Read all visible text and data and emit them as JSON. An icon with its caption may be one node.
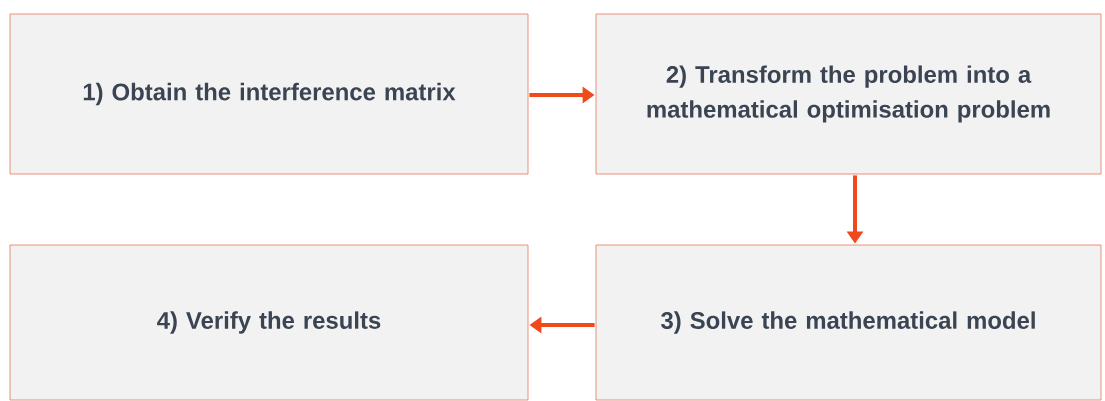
{
  "diagram": {
    "nodes": [
      {
        "text": [
          "1) Obtain the interference matrix"
        ]
      },
      {
        "text": [
          "2) Transform the problem into a mathematical optimisation problem"
        ]
      },
      {
        "text": [
          "3) Solve the mathematical model"
        ]
      },
      {
        "text": [
          "4) Verify the results"
        ]
      }
    ],
    "edges": [
      {
        "from": 0,
        "to": 1,
        "arrow": "to"
      },
      {
        "from": 1,
        "to": 2,
        "arrow": "to"
      },
      {
        "from": 2,
        "to": 3,
        "arrow": "to"
      }
    ]
  }
}
